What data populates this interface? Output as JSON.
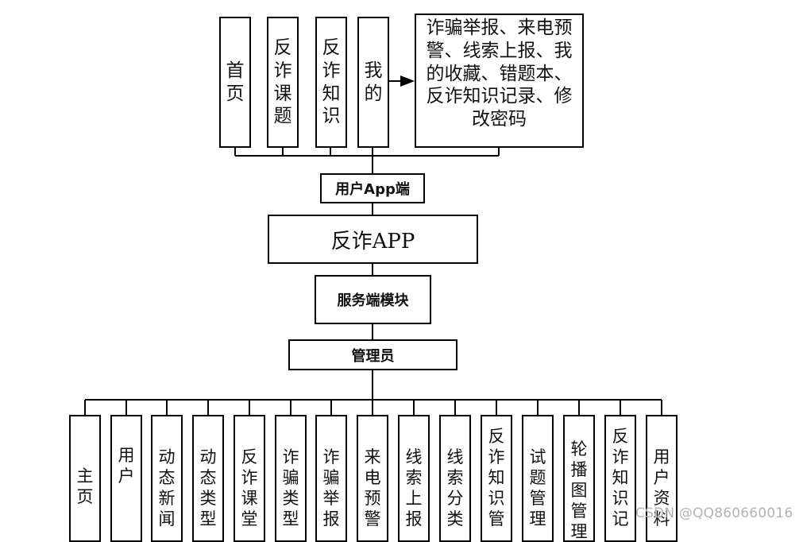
{
  "user_client": {
    "nav_items": [
      "首页",
      "反诈课题",
      "反诈知识",
      "我的"
    ],
    "my_features": "诈骗举报、来电预警、线索上报、我的收藏、错题本、反诈知识记录、修改密码",
    "label": "用户App端"
  },
  "app": {
    "name": "反诈APP"
  },
  "server": {
    "label": "服务端模块"
  },
  "admin": {
    "label": "管理员",
    "modules": [
      "主页",
      "用户",
      "动态新闻",
      "动态类型",
      "反诈课堂",
      "诈骗类型",
      "诈骗举报",
      "来电预警",
      "线索上报",
      "线索分类",
      "反诈知识管",
      "试题管理",
      "轮播图管理",
      "反诈知识记",
      "用户资料"
    ]
  },
  "watermark": "CSDN @QQ860660016"
}
